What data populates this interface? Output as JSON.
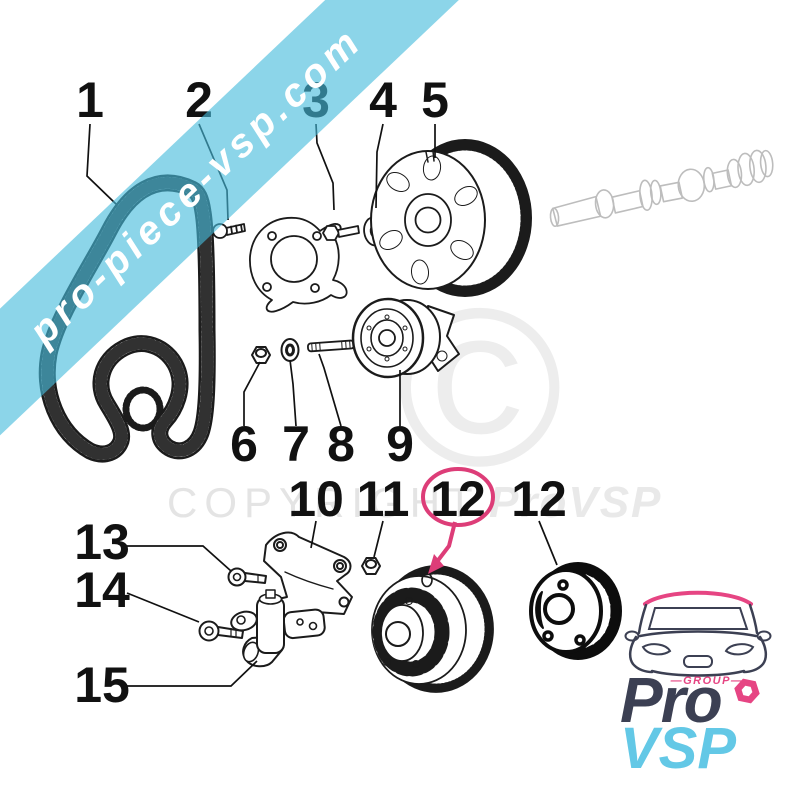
{
  "banner": {
    "text": "pro-piece-vsp.com",
    "band_color": "#46bbdb",
    "text_color": "#ffffff"
  },
  "watermarks": {
    "symbol": "©",
    "line": "COPYRIGHT",
    "brand": "ProVSP",
    "color": "#ececec"
  },
  "labels": [
    "1",
    "2",
    "3",
    "4",
    "5",
    "6",
    "7",
    "8",
    "9",
    "10",
    "11",
    "12",
    "12",
    "13",
    "14",
    "15"
  ],
  "highlight": {
    "color": "#dd3d78",
    "target_label": "12",
    "style": "ellipse-with-arrow"
  },
  "diagram": {
    "type": "exploded-parts-diagram",
    "part_count_visible": 16
  },
  "logo": {
    "group": "—GROUP—",
    "pro": "Pro",
    "vsp": "VSP",
    "pink": "#e64583",
    "dark": "#3c4053",
    "blue": "#63c8e6"
  }
}
